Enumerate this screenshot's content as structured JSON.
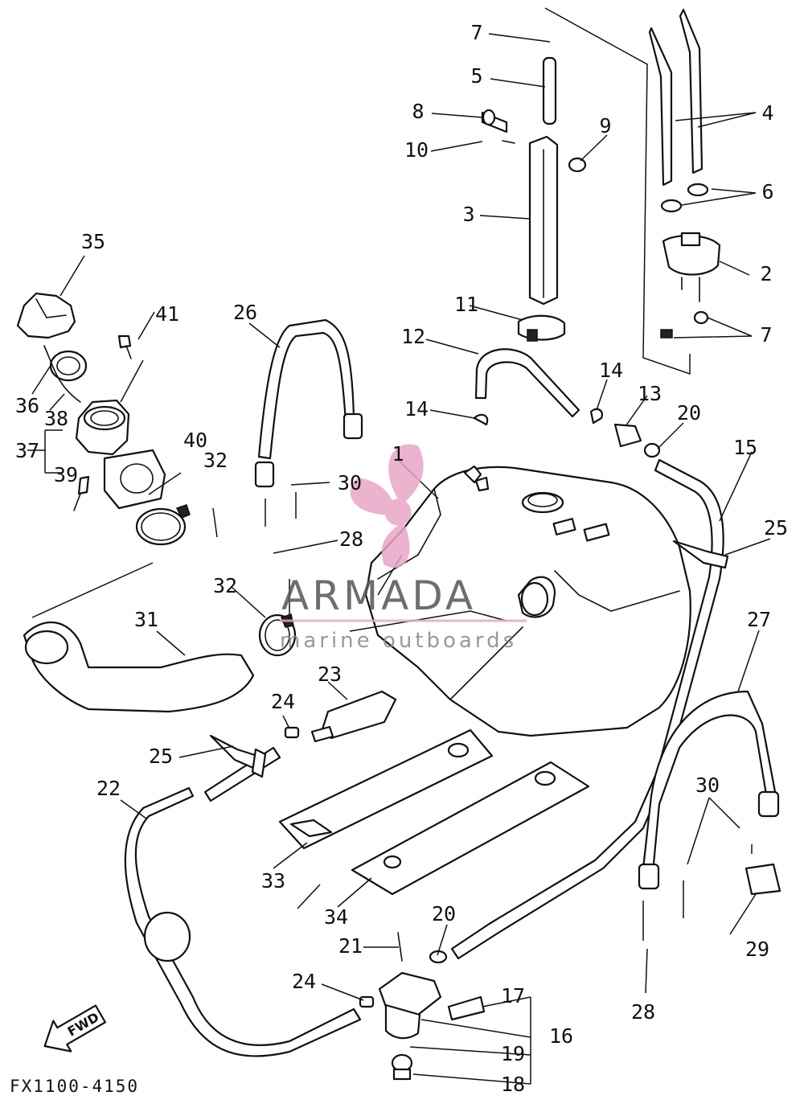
{
  "diagram_code": "FX1100-4150",
  "fwd_label": "FWD",
  "watermark": {
    "brand": "ARMADA",
    "tagline": "marine outboards",
    "color": "#e8a6c6"
  },
  "callouts": {
    "c1": "1",
    "c2": "2",
    "c3": "3",
    "c4": "4",
    "c5": "5",
    "c6": "6",
    "c7a": "7",
    "c7b": "7",
    "c8": "8",
    "c9": "9",
    "c10": "10",
    "c11": "11",
    "c12": "12",
    "c13": "13",
    "c14a": "14",
    "c14b": "14",
    "c15": "15",
    "c16": "16",
    "c17": "17",
    "c18": "18",
    "c19": "19",
    "c20a": "20",
    "c20b": "20",
    "c21": "21",
    "c22": "22",
    "c23": "23",
    "c24a": "24",
    "c24b": "24",
    "c25a": "25",
    "c25b": "25",
    "c26": "26",
    "c27": "27",
    "c28a": "28",
    "c28b": "28",
    "c29": "29",
    "c30a": "30",
    "c30b": "30",
    "c31": "31",
    "c32a": "32",
    "c32b": "32",
    "c33": "33",
    "c34": "34",
    "c35": "35",
    "c36": "36",
    "c37": "37",
    "c38": "38",
    "c39": "39",
    "c40": "40",
    "c41": "41"
  }
}
